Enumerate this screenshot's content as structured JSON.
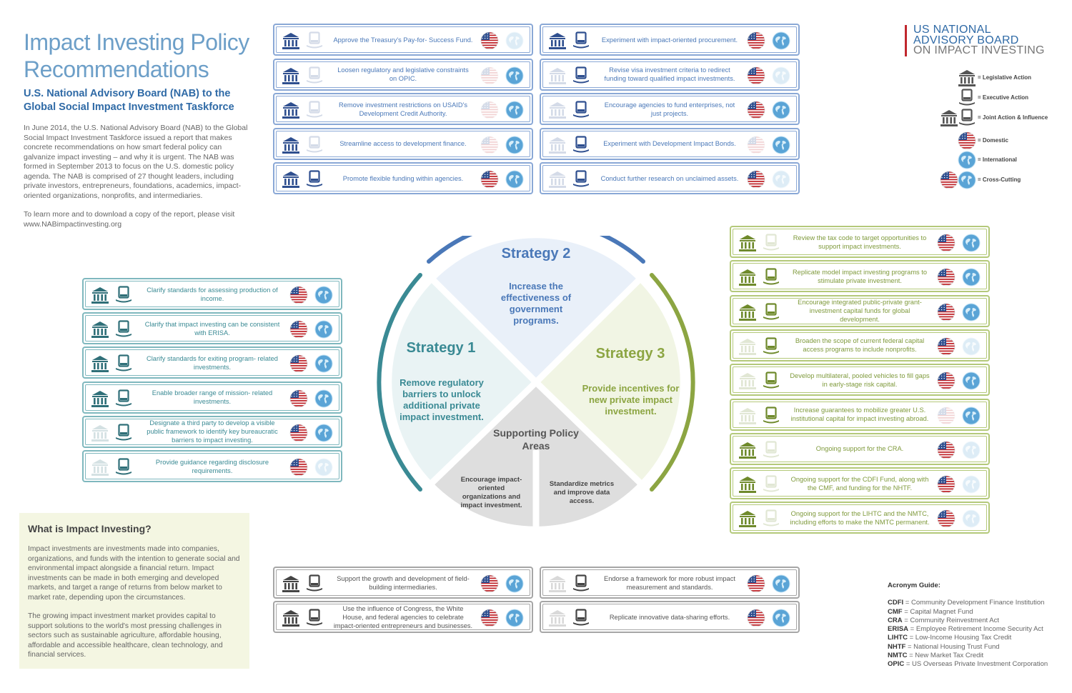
{
  "header": {
    "title": "Impact Investing Policy Recommendations",
    "subtitle": "U.S. National Advisory Board (NAB) to the Global Social Impact Investment Taskforce",
    "intro": "In June 2014, the U.S. National Advisory Board (NAB) to the Global Social Impact Investment Taskforce issued a report that makes concrete recommendations on how smart federal policy can galvanize impact investing – and why it is urgent.  The NAB was formed in September 2013 to focus on the U.S. domestic policy agenda. The NAB is comprised of 27 thought leaders, including private investors, entrepreneurs, foundations, academics, impact-oriented organizations, nonprofits, and intermediaries.",
    "link_text": "To learn more and to download a copy of the report, please visit www.NABimpactinvesting.org"
  },
  "brand": {
    "line1": "US NATIONAL",
    "line2": "ADVISORY BOARD",
    "line3": "ON IMPACT INVESTING"
  },
  "legend": {
    "legislative": "= Legislative Action",
    "executive": "= Executive Action",
    "joint": "= Joint Action & Influence",
    "domestic": "= Domestic",
    "international": "= International",
    "cross": "= Cross-Cutting"
  },
  "what_is": {
    "heading": "What is Impact Investing?",
    "para1": "Impact investments are investments made into companies, organizations, and funds with the intention to generate social and environmental impact alongside a financial return. Impact investments can be made in both emerging and developed markets, and target a range of returns from below market to market rate, depending upon the circumstances.",
    "para2": "The growing impact investment market provides capital to support solutions to the world's most pressing challenges in sectors such as sustainable agriculture, affordable housing, affordable and accessible healthcare, clean technology, and financial services."
  },
  "wheel": {
    "s1_title": "Strategy 1",
    "s1_text": "Remove regulatory barriers to unlock additional private impact investment.",
    "s2_title": "Strategy 2",
    "s2_text": "Increase the effectiveness of government programs.",
    "s3_title": "Strategy 3",
    "s3_text": "Provide incentives for new private impact investment.",
    "support_title": "Supporting Policy Areas",
    "support_left": "Encourage impact-oriented organizations and impact investment.",
    "support_right": "Standardize metrics and improve data access."
  },
  "colors": {
    "strategy1": "#3a8a94",
    "strategy2": "#4a78b8",
    "strategy3": "#8ca542",
    "support": "#777777",
    "flag_red": "#c0272d",
    "flag_blue": "#2f4f8f",
    "globe": "#5aa4d6"
  },
  "strategy2_cards": [
    {
      "text": "Approve the Treasury's Pay-for- Success Fund.",
      "leg": true,
      "exe": false,
      "dom": true,
      "intl": false
    },
    {
      "text": "Loosen regulatory and legislative constraints on OPIC.",
      "leg": true,
      "exe": false,
      "dom": false,
      "intl": true
    },
    {
      "text": "Remove investment restrictions on USAID's Development Credit Authority.",
      "leg": true,
      "exe": false,
      "dom": false,
      "intl": true
    },
    {
      "text": "Streamline access to development finance.",
      "leg": true,
      "exe": false,
      "dom": false,
      "intl": true
    },
    {
      "text": "Promote flexible funding within agencies.",
      "leg": true,
      "exe": true,
      "dom": true,
      "intl": true
    },
    {
      "text": "Experiment with impact-oriented procurement.",
      "leg": true,
      "exe": true,
      "dom": true,
      "intl": true
    },
    {
      "text": "Revise visa investment criteria to redirect funding toward qualified impact investments.",
      "leg": false,
      "exe": true,
      "dom": true,
      "intl": false
    },
    {
      "text": "Encourage agencies to fund enterprises, not just projects.",
      "leg": false,
      "exe": true,
      "dom": true,
      "intl": true
    },
    {
      "text": "Experiment with Development Impact Bonds.",
      "leg": false,
      "exe": true,
      "dom": false,
      "intl": true
    },
    {
      "text": "Conduct further research on unclaimed assets.",
      "leg": false,
      "exe": true,
      "dom": true,
      "intl": false
    }
  ],
  "strategy1_cards": [
    {
      "text": "Clarify standards for assessing production of income.",
      "leg": true,
      "exe": true,
      "dom": true,
      "intl": true
    },
    {
      "text": "Clarify that impact investing can be consistent with ERISA.",
      "leg": true,
      "exe": true,
      "dom": true,
      "intl": true
    },
    {
      "text": "Clarify standards for exiting program- related investments.",
      "leg": true,
      "exe": true,
      "dom": true,
      "intl": true
    },
    {
      "text": "Enable broader range of mission- related investments.",
      "leg": true,
      "exe": true,
      "dom": true,
      "intl": true
    },
    {
      "text": "Designate a third party to develop a visible public framework to identify key bureaucratic barriers to impact investing.",
      "leg": false,
      "exe": true,
      "dom": true,
      "intl": true
    },
    {
      "text": "Provide guidance regarding disclosure requirements.",
      "leg": false,
      "exe": true,
      "dom": true,
      "intl": false
    }
  ],
  "strategy3_cards": [
    {
      "text": "Review the tax code to target opportunities to support impact investments.",
      "leg": true,
      "exe": false,
      "dom": true,
      "intl": true
    },
    {
      "text": "Replicate model impact investing programs to stimulate private investment.",
      "leg": true,
      "exe": true,
      "dom": true,
      "intl": true
    },
    {
      "text": "Encourage integrated public-private grant-investment capital funds for global development.",
      "leg": true,
      "exe": true,
      "dom": true,
      "intl": true
    },
    {
      "text": "Broaden the scope of current federal capital access programs to include nonprofits.",
      "leg": false,
      "exe": true,
      "dom": true,
      "intl": false
    },
    {
      "text": "Develop multilateral, pooled vehicles to fill gaps in early-stage risk capital.",
      "leg": false,
      "exe": true,
      "dom": true,
      "intl": true
    },
    {
      "text": "Increase guarantees to mobilize greater U.S. institutional capital for impact investing abroad.",
      "leg": false,
      "exe": true,
      "dom": false,
      "intl": true
    },
    {
      "text": "Ongoing support for the CRA.",
      "leg": true,
      "exe": false,
      "dom": true,
      "intl": false
    },
    {
      "text": "Ongoing support for the CDFI Fund, along with the CMF, and funding for the NHTF.",
      "leg": true,
      "exe": false,
      "dom": true,
      "intl": false
    },
    {
      "text": "Ongoing support for the LIHTC and the NMTC, including efforts to make the NMTC permanent.",
      "leg": true,
      "exe": false,
      "dom": true,
      "intl": false
    }
  ],
  "support_cards": [
    {
      "text": "Support the growth and development of field-building intermediaries.",
      "leg": true,
      "exe": true,
      "dom": true,
      "intl": true
    },
    {
      "text": "Use the influence of Congress, the White House, and federal agencies to celebrate impact-oriented entrepreneurs and businesses.",
      "leg": true,
      "exe": true,
      "dom": true,
      "intl": true
    },
    {
      "text": "Endorse a framework for more robust impact measurement and standards.",
      "leg": false,
      "exe": true,
      "dom": true,
      "intl": true
    },
    {
      "text": "Replicate innovative data-sharing efforts.",
      "leg": false,
      "exe": true,
      "dom": true,
      "intl": true
    }
  ],
  "acronyms": {
    "heading": "Acronym Guide:",
    "items": [
      {
        "abbr": "CDFI",
        "full": " = Community Development Finance Institution"
      },
      {
        "abbr": "CMF",
        "full": " = Capital Magnet Fund"
      },
      {
        "abbr": "CRA",
        "full": " = Community Reinvestment Act"
      },
      {
        "abbr": "ERISA",
        "full": " = Employee Retirement Income Security Act"
      },
      {
        "abbr": "LIHTC",
        "full": " = Low-Income Housing Tax Credit"
      },
      {
        "abbr": "NHTF",
        "full": " = National Housing Trust Fund"
      },
      {
        "abbr": "NMTC",
        "full": " = New Market Tax Credit"
      },
      {
        "abbr": "OPIC",
        "full": " = US Overseas Private Investment Corporation"
      }
    ]
  }
}
